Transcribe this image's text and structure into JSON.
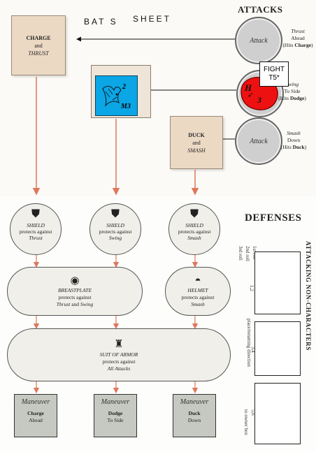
{
  "sheet": {
    "title_word1": "BAT S",
    "title_word2": "SHEET"
  },
  "headings": {
    "attacks": "ATTACKS",
    "defenses": "DEFENSES",
    "side": "ATTACKING NON-CHARACTERS"
  },
  "attack_boxes": {
    "charge": {
      "l1": "CHARGE",
      "l2": "and",
      "l3": "THRUST"
    },
    "duck": {
      "l1": "DUCK",
      "l2": "and",
      "l3": "SMASH"
    }
  },
  "attacks": {
    "thrust": {
      "label": "Attack",
      "d1": "Thrust",
      "d2": "Ahead",
      "d3a": "(Hits ",
      "d3b": "Charge",
      "d3c": ")"
    },
    "swing": {
      "d1": "Swing",
      "d2": "To Side",
      "d3a": "(Hits ",
      "d3b": "Dodge",
      "d3c": ")"
    },
    "smash": {
      "label": "Attack",
      "d1": "Smash",
      "d2": "Down",
      "d3a": "(Hits ",
      "d3b": "Duck",
      "d3c": ")"
    }
  },
  "bat_token": {
    "num": "2",
    "move": "M3"
  },
  "fight_token": {
    "line1": "FIGHT",
    "line2": "T5*",
    "letter": "H",
    "num": "3"
  },
  "defenses": {
    "shield_thrust": {
      "name": "SHIELD",
      "pt": "protects against",
      "pa": "Thrust"
    },
    "shield_swing": {
      "name": "SHIELD",
      "pt": "protects against",
      "pa": "Swing"
    },
    "shield_smash": {
      "name": "SHIELD",
      "pt": "protects against",
      "pa": "Smash"
    },
    "breastplate": {
      "name": "BREASTPLATE",
      "pt": "protects against",
      "pa1": "Thrust",
      "and": " and ",
      "pa2": "Swing"
    },
    "helmet": {
      "name": "HELMET",
      "pt": "protects against",
      "pa": "Smash"
    },
    "armor": {
      "name": "SUIT OF ARMOR",
      "pt": "protects against",
      "pa": "All Attacks"
    }
  },
  "maneuvers": [
    {
      "title": "Maneuver",
      "b": "Charge",
      "d": "Ahead"
    },
    {
      "title": "Maneuver",
      "b": "Dodge",
      "d": "To Side"
    },
    {
      "title": "Maneuver",
      "b": "Duck",
      "d": "Down"
    }
  ],
  "chart": {
    "col1": "1st roll",
    "col2": "2nd roll",
    "col3": "3rd roll",
    "row1": "1,2",
    "row2": "3,4",
    "row3": "5,6",
    "note1": "place/returning direction",
    "note2": "to owner box"
  },
  "colors": {
    "box": "#ecd9c4",
    "arrow_red": "#e0775d",
    "bat": "#0aa6e6",
    "fight": "#ee1111"
  }
}
